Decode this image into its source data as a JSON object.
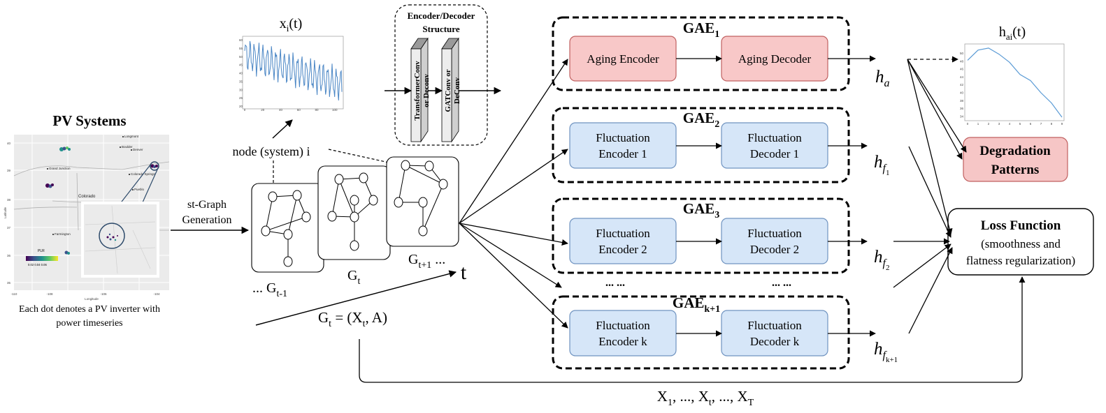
{
  "pv": {
    "title": "PV Systems",
    "caption_line1": "Each dot denotes a PV inverter with",
    "caption_line2": "power timeseries",
    "map": {
      "region_label": "Colorado",
      "cities": [
        "Longmont",
        "Boulder",
        "Denver",
        "Grand Junction",
        "Colorado Springs",
        "Pueblo",
        "Farmington"
      ],
      "y_axis_label": "Latitude",
      "x_axis_label": "Longitude",
      "y_ticks": [
        "40",
        "39",
        "38",
        "37",
        "36",
        "35"
      ],
      "x_ticks": [
        "-110",
        "-108",
        "-106",
        "-104"
      ],
      "legend_title": "PLR",
      "legend_ticks": "0.02 0.04 0.06",
      "colormap": [
        "#440154",
        "#3b528b",
        "#21918c",
        "#5ec962",
        "#fde725"
      ]
    }
  },
  "st_graph": {
    "line1": "st-Graph",
    "line2": "Generation"
  },
  "timeseries": {
    "label_base": "x",
    "label_sub": "i",
    "label_tail": "(t)",
    "y_ticks": [
      "60",
      "55",
      "50",
      "45",
      "40",
      "35",
      "30",
      "25",
      "20"
    ],
    "x_ticks": [
      "0",
      "20",
      "40",
      "60",
      "80",
      "100"
    ],
    "line_color": "#4a86c5"
  },
  "encoder_box": {
    "title_line1": "Encoder/Decoder",
    "title_line2": "Structure",
    "layer1_line1": "TransformerConv",
    "layer1_line2": "or Deconv",
    "layer2_line1": "GATConv or",
    "layer2_line2": "DeConv"
  },
  "node_label": "node (system) i",
  "graphs": [
    {
      "label_prefix": "... ",
      "label_base": "G",
      "label_sub": "t-1"
    },
    {
      "label_prefix": "",
      "label_base": "G",
      "label_sub": "t"
    },
    {
      "label_prefix": "",
      "label_base": "G",
      "label_sub": "t+1",
      "label_suffix": " ..."
    }
  ],
  "t_label": "t",
  "gt_equation": {
    "base": "G",
    "sub": "t",
    "rest1": " = (X",
    "sub2": "t",
    "rest2": ", A)"
  },
  "bottom_sequence": {
    "parts": [
      "X",
      "1",
      ", ..., X",
      "t",
      ", ..., X",
      "T"
    ]
  },
  "gaes": [
    {
      "base": "GAE",
      "sub": "1",
      "encoder": [
        "Aging Encoder"
      ],
      "decoder": [
        "Aging Decoder"
      ],
      "type": "aging",
      "output_base": "h",
      "output_sub": "a",
      "output_subsub": ""
    },
    {
      "base": "GAE",
      "sub": "2",
      "encoder": [
        "Fluctuation",
        "Encoder 1"
      ],
      "decoder": [
        "Fluctuation",
        "Decoder 1"
      ],
      "type": "fluct",
      "output_base": "h",
      "output_sub": "f",
      "output_subsub": "1"
    },
    {
      "base": "GAE",
      "sub": "3",
      "encoder": [
        "Fluctuation",
        "Encoder 2"
      ],
      "decoder": [
        "Fluctuation",
        "Decoder 2"
      ],
      "type": "fluct",
      "output_base": "h",
      "output_sub": "f",
      "output_subsub": "2"
    },
    {
      "base": "GAE",
      "sub": "k+1",
      "encoder": [
        "Fluctuation",
        "Encoder k"
      ],
      "decoder": [
        "Fluctuation",
        "Decoder k"
      ],
      "type": "fluct",
      "output_base": "h",
      "output_sub": "f",
      "output_subsub": "k+1"
    }
  ],
  "ellipsis_enc": "... ...",
  "ellipsis_dec": "... ...",
  "aging_plot": {
    "label_base": "h",
    "label_sub": "ai",
    "label_tail": "(t)",
    "values": [
      48,
      50.5,
      51,
      49.5,
      47.5,
      44.5,
      43,
      40,
      37.5,
      34
    ],
    "y_ticks": [
      "50",
      "48",
      "46",
      "44",
      "42",
      "40",
      "38",
      "36",
      "34"
    ],
    "x_ticks": [
      "0",
      "1",
      "2",
      "3",
      "4",
      "5",
      "6",
      "7",
      "8",
      "9"
    ],
    "line_color": "#5b9bd5"
  },
  "degradation": {
    "line1": "Degradation",
    "line2": "Patterns"
  },
  "loss": {
    "line1": "Loss Function",
    "line2": "(smoothness and",
    "line3": "flatness regularization)"
  },
  "colors": {
    "aging_fill": "#f8c8c8",
    "aging_stroke": "#c06060",
    "fluct_fill": "#d6e6f8",
    "fluct_stroke": "#6f93c0",
    "degradation_fill": "#f6c6c6"
  }
}
